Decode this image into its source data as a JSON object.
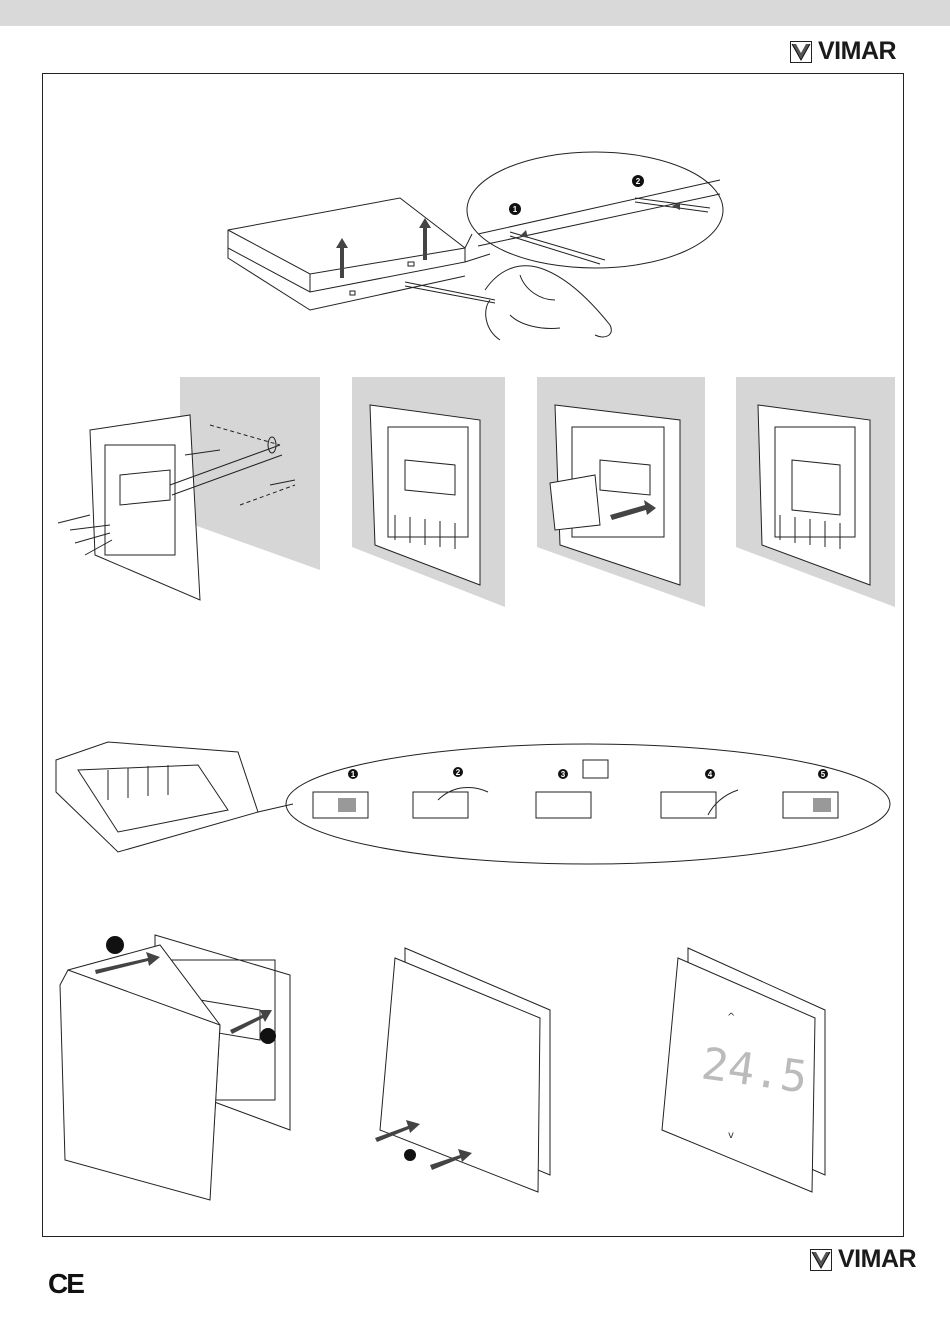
{
  "header": {
    "brand": "VIMAR",
    "brand_color": "#1a1a1a",
    "icon": "vimar-logo-icon"
  },
  "footer": {
    "brand": "VIMAR",
    "ce_mark": "CE"
  },
  "step1": {
    "callouts": [
      "1",
      "2"
    ]
  },
  "step3": {
    "callouts": [
      "1",
      "2",
      "3",
      "4",
      "5"
    ]
  },
  "step4": {
    "display_value": "24.5",
    "up_glyph": "^",
    "down_glyph": "v"
  },
  "colors": {
    "wall_shade": "#d6d6d6",
    "line": "#222222",
    "topbar": "#d9d9d9"
  }
}
